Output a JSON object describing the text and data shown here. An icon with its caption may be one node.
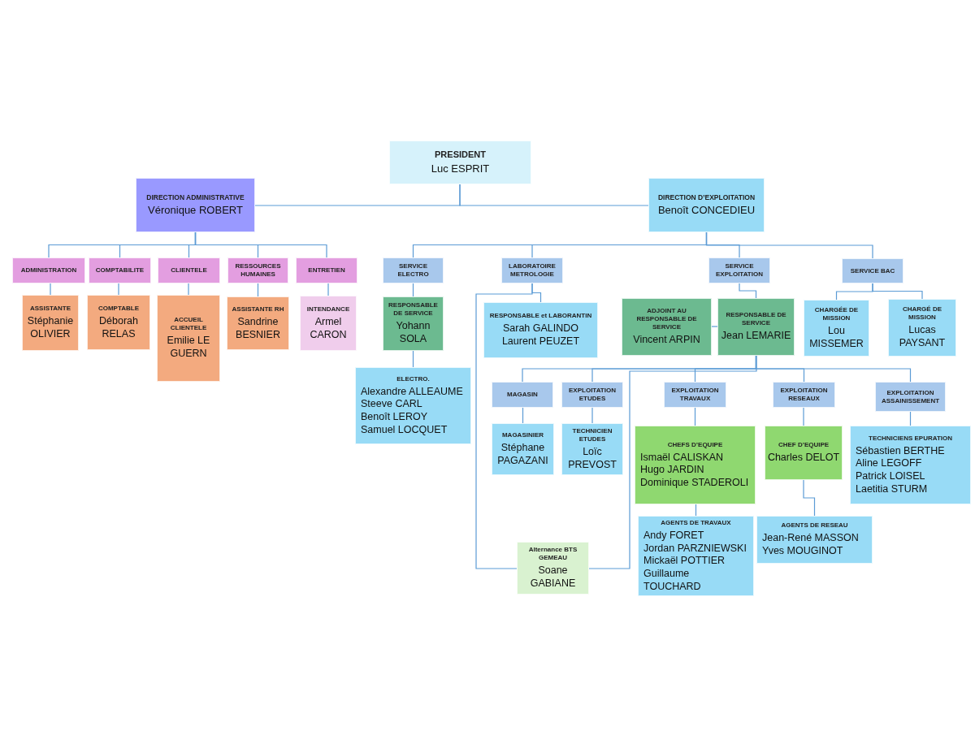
{
  "diagram": {
    "nodes": [
      {
        "text": [
          "PRESIDENT",
          "Luc ESPRIT"
        ]
      },
      {
        "text": [
          "DIRECTION ADMINISTRATIVE",
          "Véronique ROBERT"
        ]
      },
      {
        "text": [
          "DIRECTION D’EXPLOITATION",
          "Benoît CONCEDIEU"
        ]
      },
      {
        "text": [
          "ADMINISTRATION"
        ]
      },
      {
        "text": [
          "COMPTABILITE"
        ]
      },
      {
        "text": [
          "CLIENTELE"
        ]
      },
      {
        "text": [
          "RESSOURCES HUMAINES"
        ]
      },
      {
        "text": [
          "ENTRETIEN"
        ]
      },
      {
        "text": [
          "ASSISTANTE",
          "Stéphanie OLIVIER"
        ]
      },
      {
        "text": [
          "COMPTABLE",
          "Déborah RELAS"
        ]
      },
      {
        "text": [
          "ACCUEIL CLIENTELE",
          "Emilie LE GUERN"
        ]
      },
      {
        "text": [
          "ASSISTANTE RH",
          "Sandrine BESNIER"
        ]
      },
      {
        "text": [
          "INTENDANCE",
          "Armel CARON"
        ]
      },
      {
        "text": [
          "SERVICE ELECTRO"
        ]
      },
      {
        "text": [
          "LABORATOIRE METROLOGIE"
        ]
      },
      {
        "text": [
          "SERVICE EXPLOITATION"
        ]
      },
      {
        "text": [
          "SERVICE BAC"
        ]
      },
      {
        "text": [
          "RESPONSABLE DE SERVICE",
          "Yohann SOLA"
        ]
      },
      {
        "text": [
          "ELECTRO.",
          "Alexandre ALLEAUME",
          "Steeve CARL",
          "Benoît LEROY",
          "Samuel LOCQUET"
        ]
      },
      {
        "text": [
          "RESPONSABLE et LABORANTIN",
          "Sarah GALINDO",
          "Laurent PEUZET"
        ]
      },
      {
        "text": [
          "ADJOINT AU RESPONSABLE DE SERVICE",
          "Vincent ARPIN"
        ]
      },
      {
        "text": [
          "RESPONSABLE DE SERVICE",
          "Jean LEMARIE"
        ]
      },
      {
        "text": [
          "CHARGÉE DE MISSION",
          "Lou MISSEMER"
        ]
      },
      {
        "text": [
          "CHARGÉ DE MISSION",
          "Lucas PAYSANT"
        ]
      },
      {
        "text": [
          "MAGASIN"
        ]
      },
      {
        "text": [
          "EXPLOITATION ETUDES"
        ]
      },
      {
        "text": [
          "EXPLOITATION TRAVAUX"
        ]
      },
      {
        "text": [
          "EXPLOITATION RESEAUX"
        ]
      },
      {
        "text": [
          "EXPLOITATION ASSAINISSEMENT"
        ]
      },
      {
        "text": [
          "MAGASINIER",
          "Stéphane PAGAZANI"
        ]
      },
      {
        "text": [
          "TECHNICIEN ETUDES",
          "Loïc PREVOST"
        ]
      },
      {
        "text": [
          "CHEFS D’EQUIPE",
          "Ismaël CALISKAN",
          "Hugo JARDIN",
          "Dominique STADEROLI"
        ]
      },
      {
        "text": [
          "CHEF D’EQUIPE",
          "Charles DELOT"
        ]
      },
      {
        "text": [
          "TECHNICIENS EPURATION",
          "Sébastien BERTHE",
          "Aline LEGOFF",
          "Patrick LOISEL",
          "Laetitia STURM"
        ]
      },
      {
        "text": [
          "AGENTS DE TRAVAUX",
          "Andy FORET",
          "Jordan PARZNIEWSKI",
          "Mickaël POTTIER",
          "Guillaume TOUCHARD"
        ]
      },
      {
        "text": [
          "AGENTS DE RESEAU",
          "Jean-René MASSON",
          "Yves MOUGINOT"
        ]
      },
      {
        "text": [
          "Alternance BTS GEMEAU",
          "Soane GABIANE"
        ]
      }
    ],
    "edges": [
      {
        "from": 0,
        "to": 1,
        "arrow": "none"
      },
      {
        "from": 0,
        "to": 2,
        "arrow": "none"
      },
      {
        "from": 1,
        "to": 3,
        "arrow": "none"
      },
      {
        "from": 1,
        "to": 4,
        "arrow": "none"
      },
      {
        "from": 1,
        "to": 5,
        "arrow": "none"
      },
      {
        "from": 1,
        "to": 6,
        "arrow": "none"
      },
      {
        "from": 1,
        "to": 7,
        "arrow": "none"
      },
      {
        "from": 3,
        "to": 8,
        "arrow": "none"
      },
      {
        "from": 4,
        "to": 9,
        "arrow": "none"
      },
      {
        "from": 5,
        "to": 10,
        "arrow": "none"
      },
      {
        "from": 6,
        "to": 11,
        "arrow": "none"
      },
      {
        "from": 7,
        "to": 12,
        "arrow": "none"
      },
      {
        "from": 2,
        "to": 13,
        "arrow": "none"
      },
      {
        "from": 2,
        "to": 14,
        "arrow": "none"
      },
      {
        "from": 2,
        "to": 15,
        "arrow": "none"
      },
      {
        "from": 2,
        "to": 16,
        "arrow": "none"
      },
      {
        "from": 13,
        "to": 17,
        "arrow": "none"
      },
      {
        "from": 17,
        "to": 18,
        "arrow": "none"
      },
      {
        "from": 14,
        "to": 19,
        "arrow": "none"
      },
      {
        "from": 14,
        "to": 36,
        "arrow": "none"
      },
      {
        "from": 15,
        "to": 21,
        "arrow": "none"
      },
      {
        "from": 21,
        "to": 20,
        "arrow": "none"
      },
      {
        "from": 16,
        "to": 22,
        "arrow": "none"
      },
      {
        "from": 16,
        "to": 23,
        "arrow": "none"
      },
      {
        "from": 21,
        "to": 24,
        "arrow": "none"
      },
      {
        "from": 21,
        "to": 25,
        "arrow": "none"
      },
      {
        "from": 21,
        "to": 26,
        "arrow": "none"
      },
      {
        "from": 21,
        "to": 27,
        "arrow": "none"
      },
      {
        "from": 21,
        "to": 28,
        "arrow": "none"
      },
      {
        "from": 21,
        "to": 36,
        "arrow": "none"
      },
      {
        "from": 24,
        "to": 29,
        "arrow": "none"
      },
      {
        "from": 25,
        "to": 30,
        "arrow": "none"
      },
      {
        "from": 26,
        "to": 31,
        "arrow": "none"
      },
      {
        "from": 31,
        "to": 34,
        "arrow": "none"
      },
      {
        "from": 27,
        "to": 32,
        "arrow": "none"
      },
      {
        "from": 32,
        "to": 35,
        "arrow": "none"
      },
      {
        "from": 28,
        "to": 33,
        "arrow": "none"
      }
    ]
  }
}
